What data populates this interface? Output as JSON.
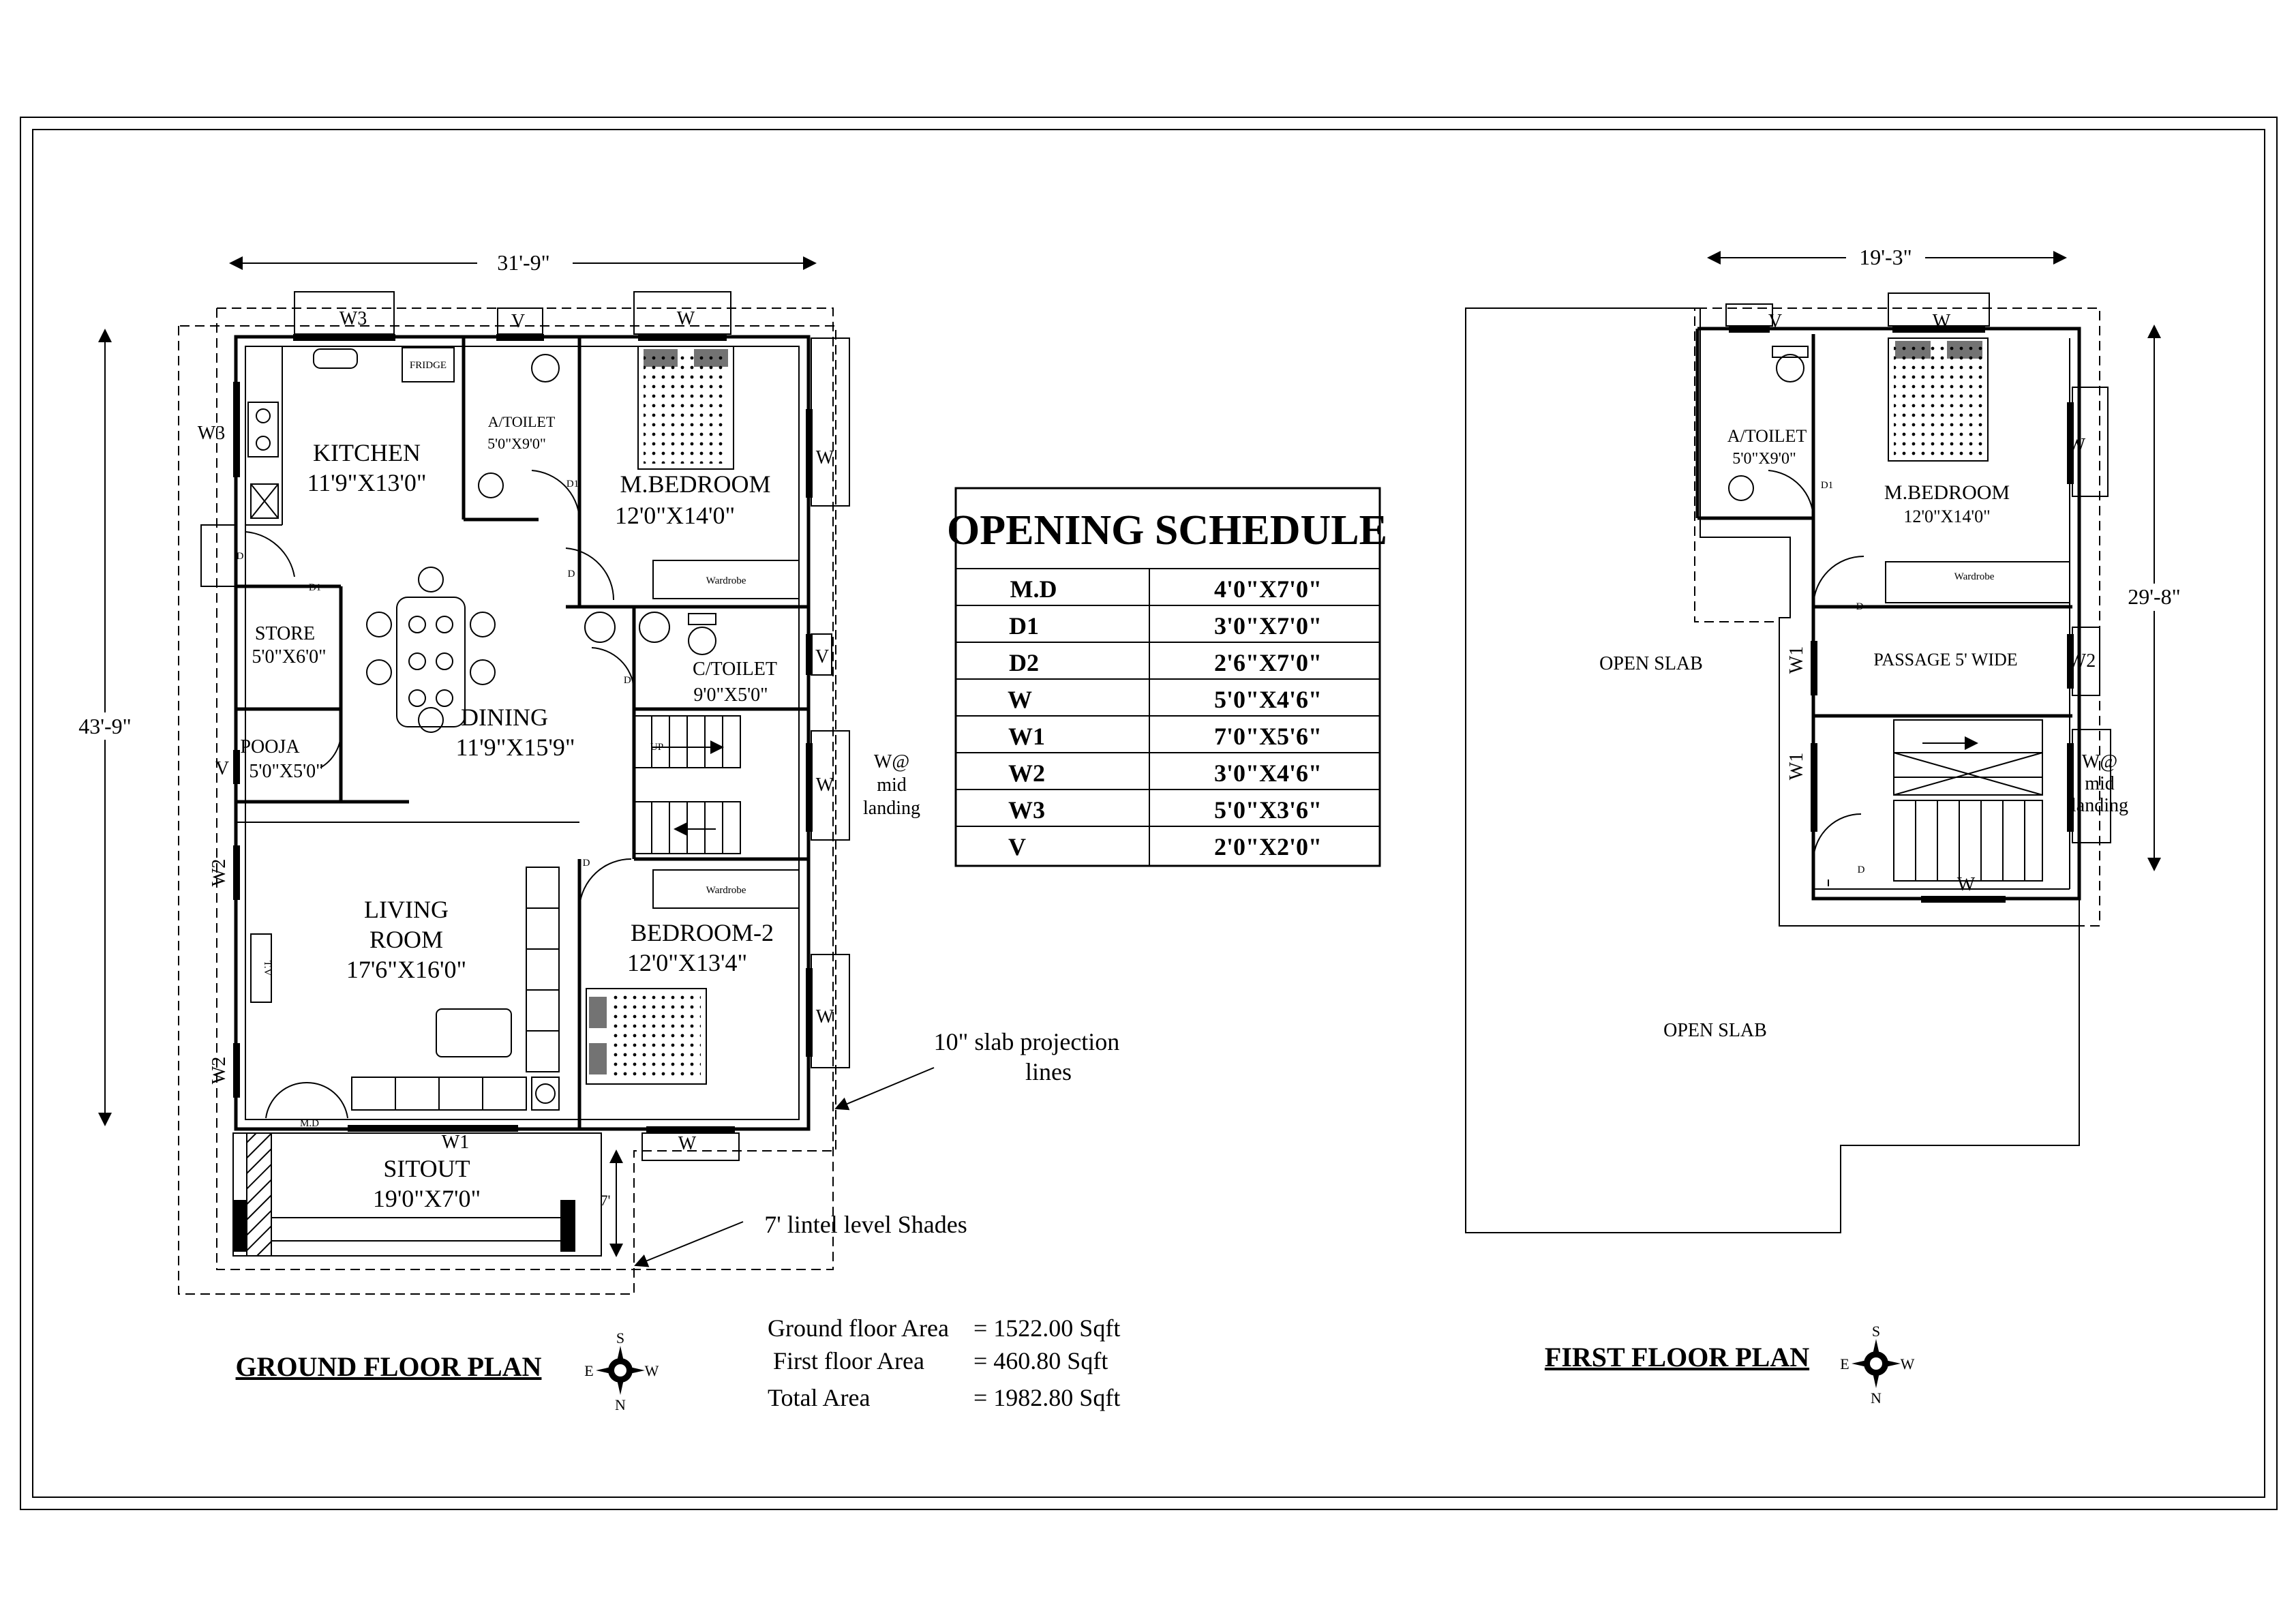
{
  "ground_floor": {
    "title": "GROUND FLOOR PLAN",
    "width_dim": "31'-9\"",
    "height_dim": "43'-9\"",
    "rooms": {
      "kitchen": {
        "name": "KITCHEN",
        "size": "11'9\"X13'0\""
      },
      "a_toilet": {
        "name": "A/TOILET",
        "size": "5'0\"X9'0\""
      },
      "m_bedroom": {
        "name": "M.BEDROOM",
        "size": "12'0\"X14'0\""
      },
      "store": {
        "name": "STORE",
        "size": "5'0\"X6'0\""
      },
      "dining": {
        "name": "DINING",
        "size": "11'9\"X15'9\""
      },
      "c_toilet": {
        "name": "C/TOILET",
        "size": "9'0\"X5'0\""
      },
      "pooja": {
        "name": "POOJA",
        "size": "5'0\"X5'0\""
      },
      "living": {
        "name1": "LIVING",
        "name2": "ROOM",
        "size": "17'6\"X16'0\""
      },
      "bedroom2": {
        "name": "BEDROOM-2",
        "size": "12'0\"X13'4\""
      },
      "sitout": {
        "name": "SITOUT",
        "size": "19'0\"X7'0\""
      }
    },
    "fixtures": {
      "fridge": "FRIDGE",
      "wardrobe": "Wardrobe",
      "tv": "T.V",
      "up": "UP"
    },
    "openings": {
      "w": "W",
      "w1": "W1",
      "w2": "W2",
      "w3": "W3",
      "v": "V",
      "d": "D",
      "d1": "D1",
      "md": "M.D",
      "w_mid_1": "W@",
      "w_mid_2": "mid",
      "w_mid_3": "landing"
    },
    "sitout_dim": "7'",
    "notes": {
      "slab_1": "10\" slab projection",
      "slab_2": "lines",
      "lintel": "7' lintel level Shades"
    }
  },
  "first_floor": {
    "title": "FIRST FLOOR PLAN",
    "width_dim": "19'-3\"",
    "height_dim": "29'-8\"",
    "rooms": {
      "a_toilet": {
        "name": "A/TOILET",
        "size": "5'0\"X9'0\""
      },
      "m_bedroom": {
        "name": "M.BEDROOM",
        "size": "12'0\"X14'0\""
      },
      "passage": {
        "name": "PASSAGE 5' WIDE"
      },
      "open_slab_1": {
        "name": "OPEN SLAB"
      },
      "open_slab_2": {
        "name": "OPEN SLAB"
      }
    }
  },
  "schedule": {
    "title": "OPENING SCHEDULE",
    "rows": [
      {
        "code": "M.D",
        "size": "4'0\"X7'0\""
      },
      {
        "code": "D1",
        "size": "3'0\"X7'0\""
      },
      {
        "code": "D2",
        "size": "2'6\"X7'0\""
      },
      {
        "code": "W",
        "size": "5'0\"X4'6\""
      },
      {
        "code": "W1",
        "size": "7'0\"X5'6\""
      },
      {
        "code": "W2",
        "size": "3'0\"X4'6\""
      },
      {
        "code": "W3",
        "size": "5'0\"X3'6\""
      },
      {
        "code": "V",
        "size": "2'0\"X2'0\""
      }
    ]
  },
  "areas": {
    "ground_label": "Ground floor Area",
    "ground_value": "= 1522.00 Sqft",
    "first_label": "First floor Area",
    "first_value": "= 460.80 Sqft",
    "total_label": "Total Area",
    "total_value": "= 1982.80 Sqft"
  },
  "compass": {
    "s": "S",
    "e": "E",
    "w": "W",
    "n": "N"
  }
}
